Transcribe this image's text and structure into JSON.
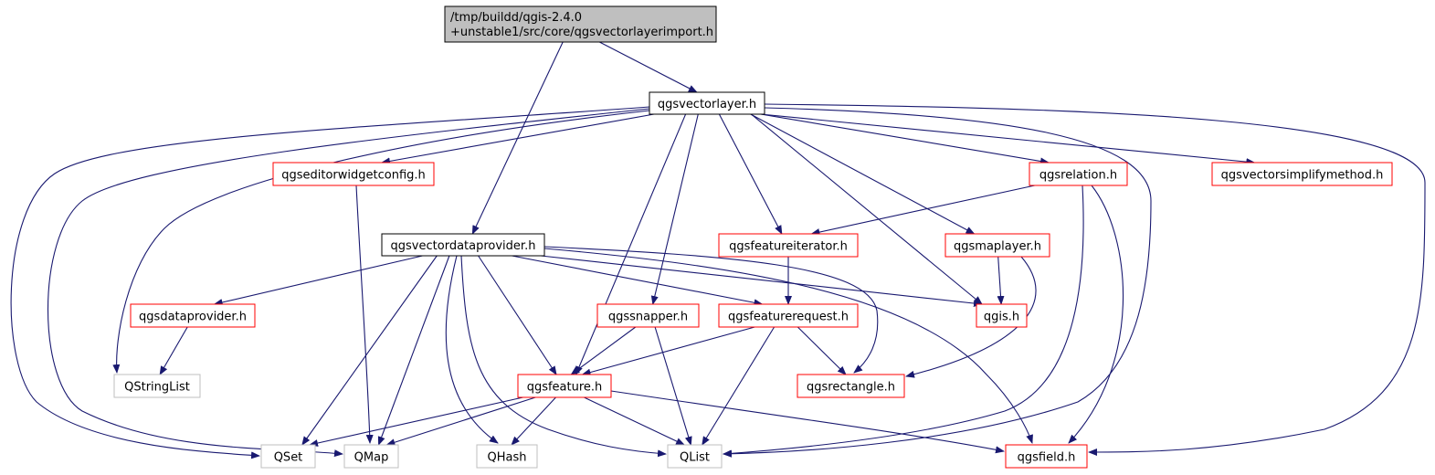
{
  "diagram": {
    "nodes": [
      {
        "id": "root",
        "label_lines": [
          "/tmp/buildd/qgis-2.4.0",
          "+unstable1/src/core/qgsvectorlayerimport.h"
        ],
        "style": "root"
      },
      {
        "id": "qgsvectorlayer",
        "label_lines": [
          "qgsvectorlayer.h"
        ],
        "style": "black"
      },
      {
        "id": "qgseditorwidgetconfig",
        "label_lines": [
          "qgseditorwidgetconfig.h"
        ],
        "style": "red"
      },
      {
        "id": "qgsvectordataprovider",
        "label_lines": [
          "qgsvectordataprovider.h"
        ],
        "style": "black"
      },
      {
        "id": "qgsfeatureiterator",
        "label_lines": [
          "qgsfeatureiterator.h"
        ],
        "style": "red"
      },
      {
        "id": "qgsrelation",
        "label_lines": [
          "qgsrelation.h"
        ],
        "style": "red"
      },
      {
        "id": "qgsvectorsimplifymethod",
        "label_lines": [
          "qgsvectorsimplifymethod.h"
        ],
        "style": "red"
      },
      {
        "id": "qgsmaplayer",
        "label_lines": [
          "qgsmaplayer.h"
        ],
        "style": "red"
      },
      {
        "id": "qgsdataprovider",
        "label_lines": [
          "qgsdataprovider.h"
        ],
        "style": "red"
      },
      {
        "id": "qgssnapper",
        "label_lines": [
          "qgssnapper.h"
        ],
        "style": "red"
      },
      {
        "id": "qgsfeaturerequest",
        "label_lines": [
          "qgsfeaturerequest.h"
        ],
        "style": "red"
      },
      {
        "id": "qgis",
        "label_lines": [
          "qgis.h"
        ],
        "style": "red"
      },
      {
        "id": "QStringList",
        "label_lines": [
          "QStringList"
        ],
        "style": "gray"
      },
      {
        "id": "qgsfeature",
        "label_lines": [
          "qgsfeature.h"
        ],
        "style": "red"
      },
      {
        "id": "qgsrectangle",
        "label_lines": [
          "qgsrectangle.h"
        ],
        "style": "red"
      },
      {
        "id": "QSet",
        "label_lines": [
          "QSet"
        ],
        "style": "gray"
      },
      {
        "id": "QMap",
        "label_lines": [
          "QMap"
        ],
        "style": "gray"
      },
      {
        "id": "QHash",
        "label_lines": [
          "QHash"
        ],
        "style": "gray"
      },
      {
        "id": "QList",
        "label_lines": [
          "QList"
        ],
        "style": "gray"
      },
      {
        "id": "qgsfield",
        "label_lines": [
          "qgsfield.h"
        ],
        "style": "red"
      }
    ],
    "edges": [
      {
        "from": "root",
        "to": "qgsvectorlayer"
      },
      {
        "from": "root",
        "to": "qgsvectordataprovider"
      },
      {
        "from": "qgsvectorlayer",
        "to": "qgseditorwidgetconfig"
      },
      {
        "from": "qgsvectorlayer",
        "to": "qgsfeatureiterator"
      },
      {
        "from": "qgsvectorlayer",
        "to": "qgsrelation"
      },
      {
        "from": "qgsvectorlayer",
        "to": "qgsvectorsimplifymethod"
      },
      {
        "from": "qgsvectorlayer",
        "to": "qgsmaplayer"
      },
      {
        "from": "qgsvectorlayer",
        "to": "qgssnapper"
      },
      {
        "from": "qgsvectorlayer",
        "to": "qgsfeature"
      },
      {
        "from": "qgsvectorlayer",
        "to": "qgis"
      },
      {
        "from": "qgsvectorlayer",
        "to": "QStringList"
      },
      {
        "from": "qgsvectorlayer",
        "to": "QSet"
      },
      {
        "from": "qgsvectorlayer",
        "to": "QMap"
      },
      {
        "from": "qgsvectorlayer",
        "to": "QList"
      },
      {
        "from": "qgsvectorlayer",
        "to": "qgsfield"
      },
      {
        "from": "qgseditorwidgetconfig",
        "to": "QMap"
      },
      {
        "from": "qgsvectordataprovider",
        "to": "qgsdataprovider"
      },
      {
        "from": "qgsvectordataprovider",
        "to": "qgsfeaturerequest"
      },
      {
        "from": "qgsvectordataprovider",
        "to": "qgis"
      },
      {
        "from": "qgsvectordataprovider",
        "to": "qgsrectangle"
      },
      {
        "from": "qgsvectordataprovider",
        "to": "qgsfield"
      },
      {
        "from": "qgsvectordataprovider",
        "to": "qgsfeature"
      },
      {
        "from": "qgsvectordataprovider",
        "to": "QSet"
      },
      {
        "from": "qgsvectordataprovider",
        "to": "QMap"
      },
      {
        "from": "qgsvectordataprovider",
        "to": "QHash"
      },
      {
        "from": "qgsvectordataprovider",
        "to": "QList"
      },
      {
        "from": "qgsrelation",
        "to": "qgsfeatureiterator"
      },
      {
        "from": "qgsrelation",
        "to": "QList"
      },
      {
        "from": "qgsrelation",
        "to": "qgsfield"
      },
      {
        "from": "qgsfeatureiterator",
        "to": "qgsfeaturerequest"
      },
      {
        "from": "qgsmaplayer",
        "to": "qgis"
      },
      {
        "from": "qgsmaplayer",
        "to": "qgsrectangle"
      },
      {
        "from": "qgsdataprovider",
        "to": "QStringList"
      },
      {
        "from": "qgssnapper",
        "to": "qgsfeature"
      },
      {
        "from": "qgssnapper",
        "to": "QList"
      },
      {
        "from": "qgsfeaturerequest",
        "to": "qgsfeature"
      },
      {
        "from": "qgsfeaturerequest",
        "to": "qgsrectangle"
      },
      {
        "from": "qgsfeaturerequest",
        "to": "QList"
      },
      {
        "from": "qgsfeature",
        "to": "QSet"
      },
      {
        "from": "qgsfeature",
        "to": "QMap"
      },
      {
        "from": "qgsfeature",
        "to": "QHash"
      },
      {
        "from": "qgsfeature",
        "to": "QList"
      },
      {
        "from": "qgsfeature",
        "to": "qgsfield"
      }
    ],
    "colors": {
      "edge": "#191970",
      "black_border": "#000000",
      "red_border": "#ff0000",
      "gray_border": "#bfbfbf",
      "root_fill": "#bfbfbf",
      "node_fill": "#ffffff"
    }
  }
}
